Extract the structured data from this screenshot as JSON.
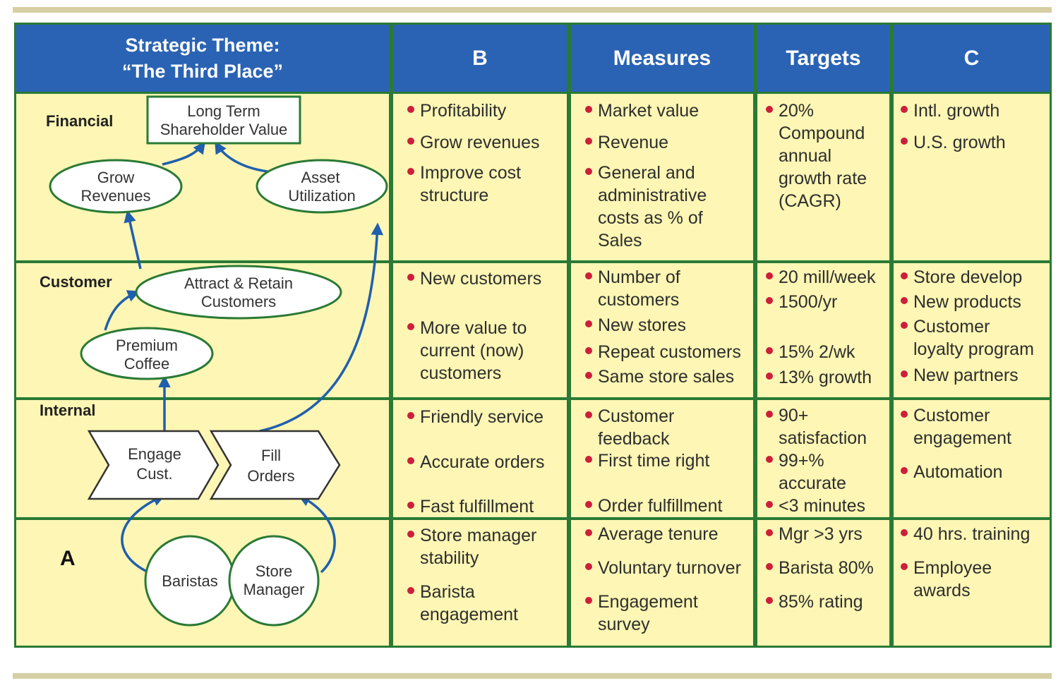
{
  "headers": {
    "theme_line1": "Strategic Theme:",
    "theme_line2": "“The Third Place”",
    "col_b": "B",
    "col_measures": "Measures",
    "col_targets": "Targets",
    "col_c": "C"
  },
  "perspectives": {
    "financial": "Financial",
    "customer": "Customer",
    "internal": "Internal",
    "fourth": "A"
  },
  "map_nodes": {
    "long_term_1": "Long Term",
    "long_term_2": "Shareholder Value",
    "grow_1": "Grow",
    "grow_2": "Revenues",
    "asset_1": "Asset",
    "asset_2": "Utilization",
    "attract_1": "Attract & Retain",
    "attract_2": "Customers",
    "premium_1": "Premium",
    "premium_2": "Coffee",
    "engage_1": "Engage",
    "engage_2": "Cust.",
    "fill_1": "Fill",
    "fill_2": "Orders",
    "baristas": "Baristas",
    "store_1": "Store",
    "store_2": "Manager"
  },
  "rows": {
    "financial": {
      "b": [
        [
          "Profitability"
        ],
        [
          "Grow revenues"
        ],
        [
          "Improve cost",
          "structure"
        ]
      ],
      "measures": [
        [
          "Market value"
        ],
        [
          "Revenue"
        ],
        [
          "General and",
          "administrative",
          "costs as % of Sales"
        ]
      ],
      "targets": [
        [
          "20%",
          "Compound",
          "annual",
          "growth rate",
          "(CAGR)"
        ]
      ],
      "c": [
        [
          "Intl. growth"
        ],
        [
          "U.S. growth"
        ]
      ]
    },
    "customer": {
      "b": [
        [
          "New customers"
        ],
        [
          "More value to",
          "current (now)",
          "customers"
        ]
      ],
      "measures": [
        [
          "Number of",
          "customers"
        ],
        [
          "New stores"
        ],
        [
          "Repeat customers"
        ],
        [
          "Same store sales"
        ]
      ],
      "targets": [
        [
          "20 mill/week"
        ],
        [
          "1500/yr"
        ],
        [
          "15% 2/wk"
        ],
        [
          "13% growth"
        ]
      ],
      "c": [
        [
          "Store develop"
        ],
        [
          "New products"
        ],
        [
          "Customer",
          "loyalty program"
        ],
        [
          "New partners"
        ]
      ]
    },
    "internal": {
      "b": [
        [
          "Friendly service"
        ],
        [
          "Accurate orders"
        ],
        [
          "Fast fulfillment"
        ]
      ],
      "measures": [
        [
          "Customer feedback"
        ],
        [
          "First time right"
        ],
        [
          "Order fulfillment"
        ]
      ],
      "targets": [
        [
          "90+",
          "satisfaction"
        ],
        [
          "99+%",
          "accurate"
        ],
        [
          "<3 minutes"
        ]
      ],
      "c": [
        [
          "Customer",
          "engagement"
        ],
        [
          "Automation"
        ]
      ]
    },
    "learning": {
      "b": [
        [
          "Store manager",
          "stability"
        ],
        [
          "Barista",
          "engagement"
        ]
      ],
      "measures": [
        [
          "Average tenure"
        ],
        [
          "Voluntary turnover"
        ],
        [
          "Engagement",
          "survey"
        ]
      ],
      "targets": [
        [
          "Mgr >3 yrs"
        ],
        [
          "Barista 80%"
        ],
        [
          "85% rating"
        ]
      ],
      "c": [
        [
          "40 hrs. training"
        ],
        [
          "Employee",
          "awards"
        ]
      ]
    }
  },
  "colors": {
    "header_blue": "#2b63b4",
    "grid_green": "#2a7a35",
    "cell_yellow": "#fdf6b4",
    "bullet_red": "#cc1f3b",
    "arrow_blue": "#1f5fae"
  }
}
